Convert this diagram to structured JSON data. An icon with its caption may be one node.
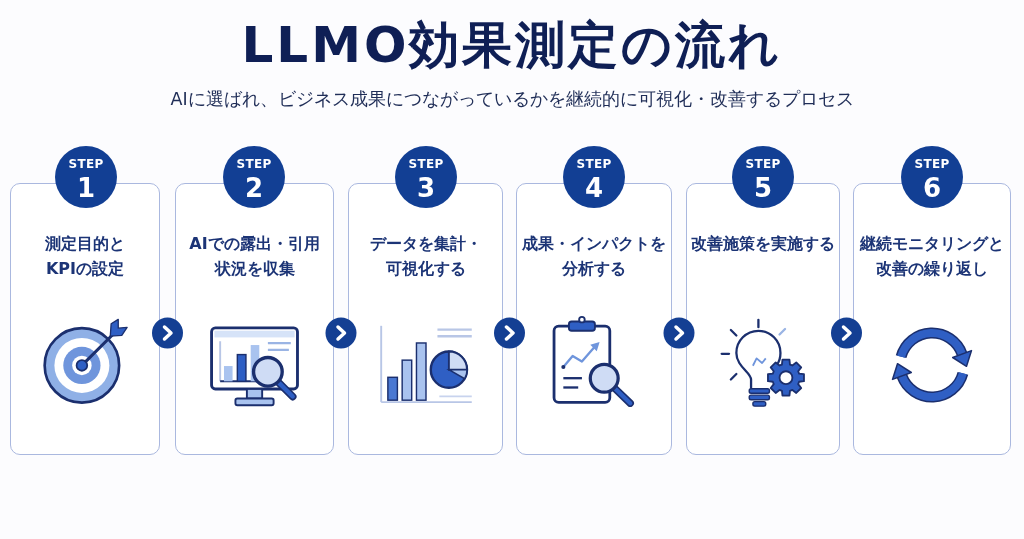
{
  "diagram": {
    "title": "LLMO効果測定の流れ",
    "nodes": [
      {
        "text": [
          "STEP",
          "1"
        ]
      },
      {
        "text": [
          "測定目的とKPIの設定"
        ]
      },
      {
        "text": [
          "STEP",
          "2"
        ]
      },
      {
        "text": [
          "AIでの露出・引用状況を収集"
        ]
      },
      {
        "text": [
          "STEP",
          "3"
        ]
      },
      {
        "text": [
          "データを集計・可視化する"
        ]
      },
      {
        "text": [
          "STEP",
          "4"
        ]
      },
      {
        "text": [
          "成果・インパクトを分析する"
        ]
      },
      {
        "text": [
          "STEP",
          "5"
        ]
      },
      {
        "text": [
          "改善施策を実施する"
        ]
      },
      {
        "text": [
          "STEP",
          "6"
        ]
      },
      {
        "text": [
          "継続モニタリングと改善の繰り返し"
        ]
      }
    ],
    "edges": [
      {
        "from": 1,
        "to": 3,
        "arrow": "to"
      },
      {
        "from": 3,
        "to": 5,
        "arrow": "to"
      },
      {
        "from": 5,
        "to": 7,
        "arrow": "to"
      },
      {
        "from": 7,
        "to": 9,
        "arrow": "to"
      },
      {
        "from": 9,
        "to": 11,
        "arrow": "to"
      }
    ],
    "labels": [
      "AIに選ばれ、ビジネス成果につながっているかを継続的に可視化・改善するプロセス"
    ]
  }
}
